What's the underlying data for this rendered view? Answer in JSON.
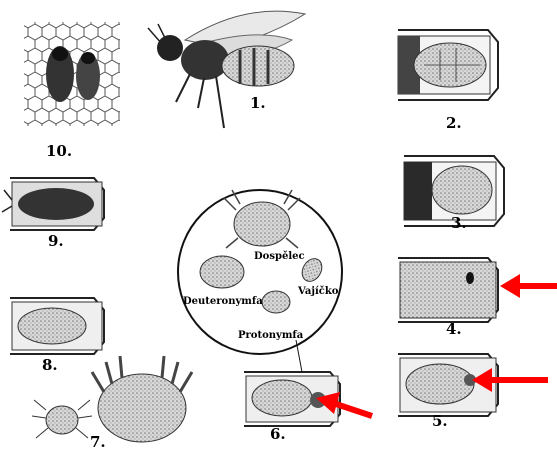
{
  "numbers": {
    "n1": "1.",
    "n2": "2.",
    "n3": "3.",
    "n4": "4.",
    "n5": "5.",
    "n6": "6.",
    "n7": "7.",
    "n8": "8.",
    "n9": "9.",
    "n10": "10."
  },
  "labels": {
    "adult": "Dospělec",
    "egg": "Vajíčko",
    "deutonymph": "Deuteronymfa",
    "protonymph": "Protonymfa"
  },
  "colors": {
    "arrow": "#ff0000",
    "ink": "#1a1a1a",
    "shade": "#6f6f6f"
  }
}
